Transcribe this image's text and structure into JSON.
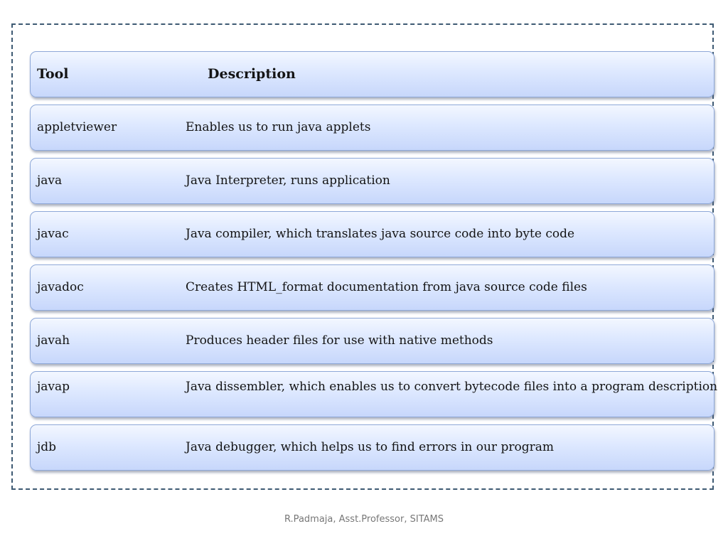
{
  "table": {
    "header": {
      "tool": "Tool",
      "description": "Description"
    },
    "rows": [
      {
        "tool": "appletviewer",
        "description": "Enables us to run java applets"
      },
      {
        "tool": "java",
        "description": "Java Interpreter, runs application"
      },
      {
        "tool": "javac",
        "description": "Java compiler, which translates java source code into byte code"
      },
      {
        "tool": "javadoc",
        "description": "Creates HTML_format documentation from java source code files"
      },
      {
        "tool": "javah",
        "description": "Produces header files for use with native methods"
      },
      {
        "tool": "javap",
        "description": "Java dissembler, which enables us to convert bytecode files into a program description"
      },
      {
        "tool": "jdb",
        "description": "Java debugger, which helps us to find errors in our program"
      }
    ]
  },
  "footer": {
    "credit": "R.Padmaja, Asst.Professor, SITAMS"
  }
}
